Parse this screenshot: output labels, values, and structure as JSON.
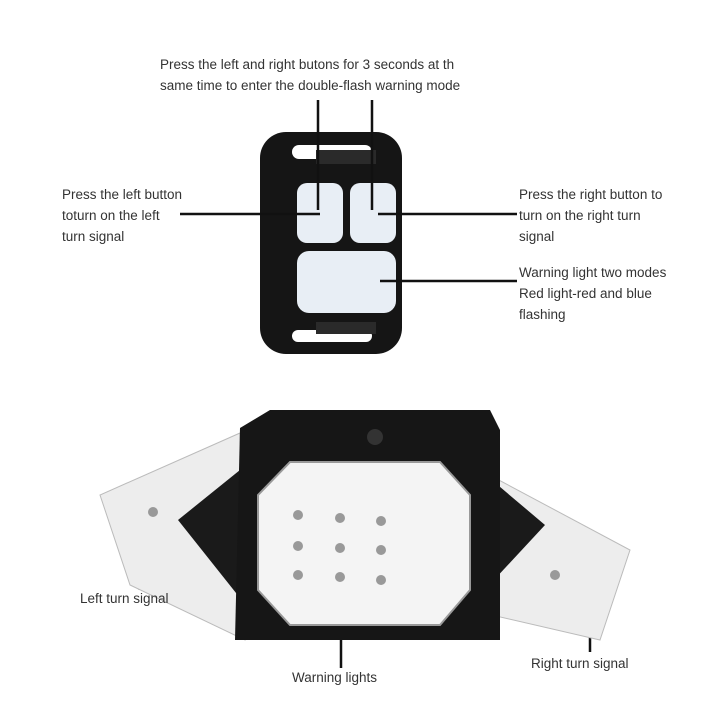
{
  "remote": {
    "top_label": "Press the left and right butons for 3 seconds at th\nsame time to enter the double-flash warning mode",
    "left_label": "Press the left button\ntoturn on the left\nturn signal",
    "right_label": "Press the right button to\nturn on the right turn\nsignal",
    "warning_label": "Warning light two modes\nRed light-red and blue\nflashing"
  },
  "tail_light": {
    "left_label": "Left turn signal",
    "center_label": "Warning lights",
    "right_label": "Right turn signal"
  },
  "colors": {
    "body": "#141414",
    "button": "#e8eef5",
    "lens": "#f2f2f2"
  }
}
